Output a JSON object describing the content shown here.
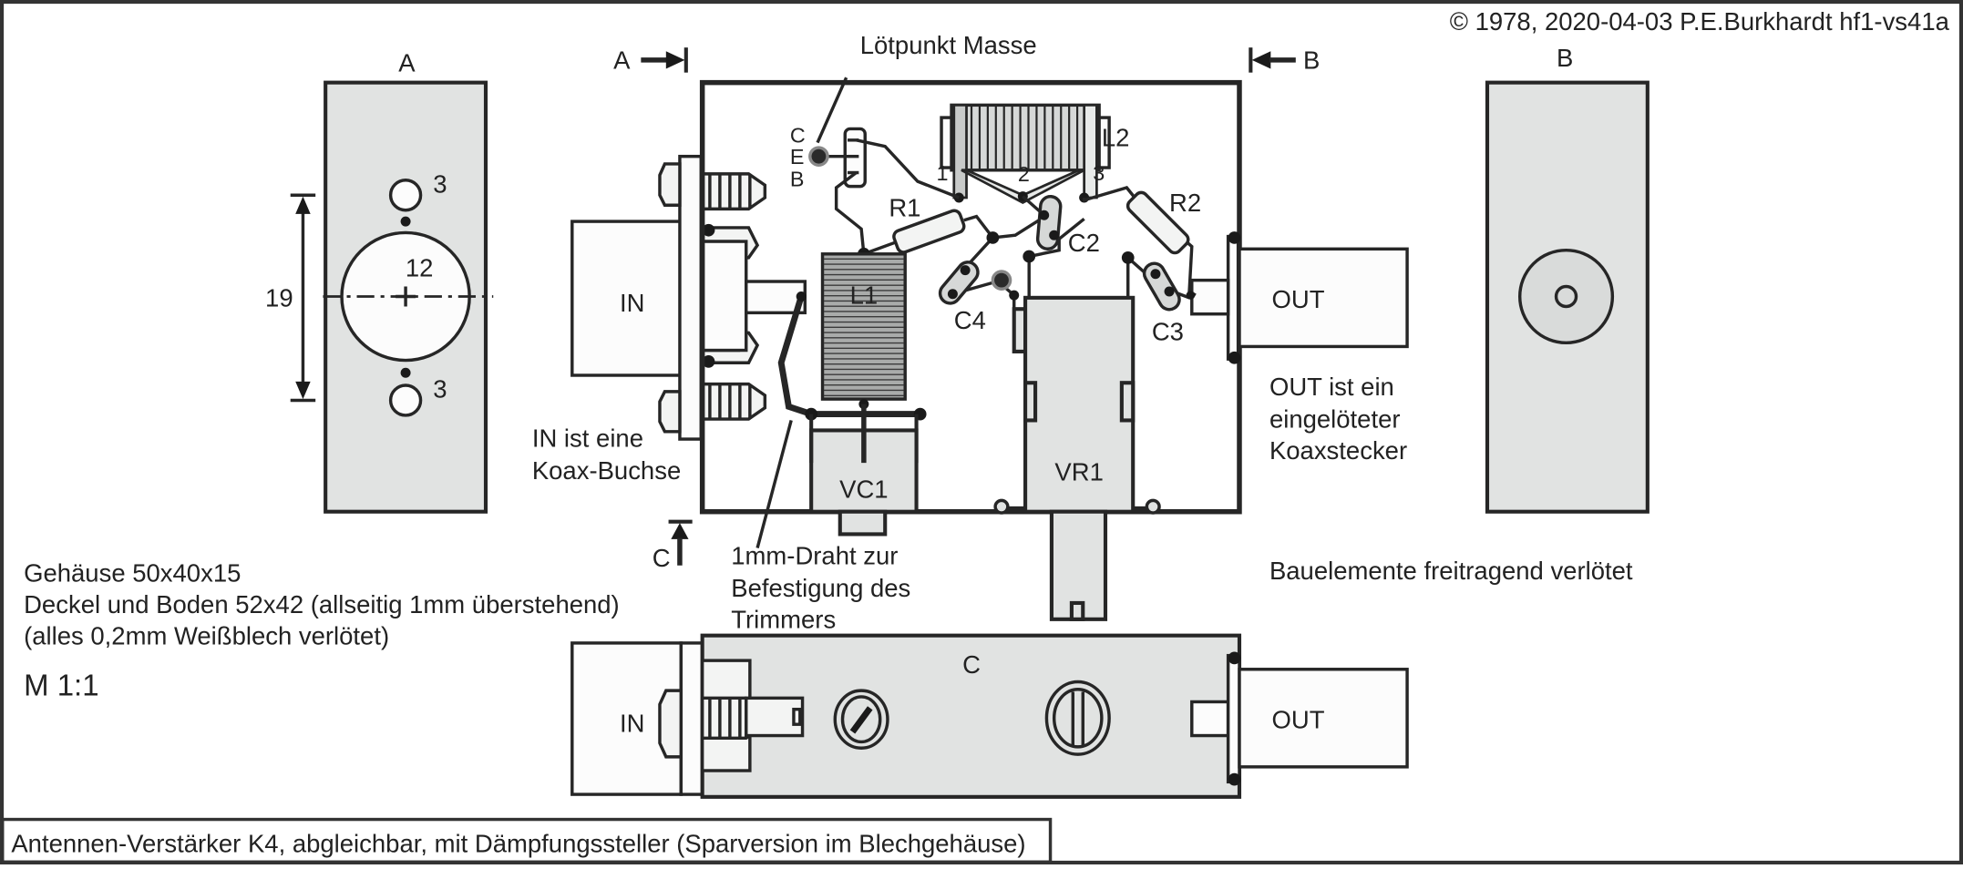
{
  "copyright": "© 1978, 2020-04-03 P.E.Burkhardt hf1-vs41a",
  "title_box": "Antennen-Verstärker K4, abgleichbar, mit Dämpfungssteller (Sparversion im Blechgehäuse)",
  "views": {
    "a": {
      "label": "A",
      "dim_height": "19",
      "hole_center": "12",
      "hole_top": "3",
      "hole_bottom": "3"
    },
    "b": {
      "label": "B"
    },
    "c": {
      "label": "C",
      "in_label": "IN",
      "out_label": "OUT"
    }
  },
  "section_markers": {
    "a": "A",
    "b": "B",
    "c": "C"
  },
  "main": {
    "in_label": "IN",
    "out_label": "OUT",
    "loetpunkt": "Lötpunkt Masse",
    "transistor_pins": [
      "C",
      "E",
      "B"
    ],
    "components": {
      "r1": "R1",
      "r2": "R2",
      "l1": "L1",
      "l2": "L2",
      "c2": "C2",
      "c3": "C3",
      "c4": "C4",
      "vc1": "VC1",
      "vr1": "VR1"
    },
    "l2_taps": [
      "1",
      "2",
      "3"
    ]
  },
  "notes": {
    "in_note": [
      "IN ist eine",
      "Koax-Buchse"
    ],
    "out_note": [
      "OUT ist ein",
      "eingelöteter",
      "Koaxstecker"
    ],
    "wire_note": [
      "1mm-Draht zur",
      "Befestigung des",
      "Trimmers"
    ],
    "free_note": "Bauelemente freitragend verlötet",
    "housing": [
      "Gehäuse 50x40x15",
      "Deckel und Boden 52x42 (allseitig 1mm überstehend)",
      "(alles 0,2mm Weißblech verlötet)"
    ],
    "scale": "M 1:1"
  }
}
